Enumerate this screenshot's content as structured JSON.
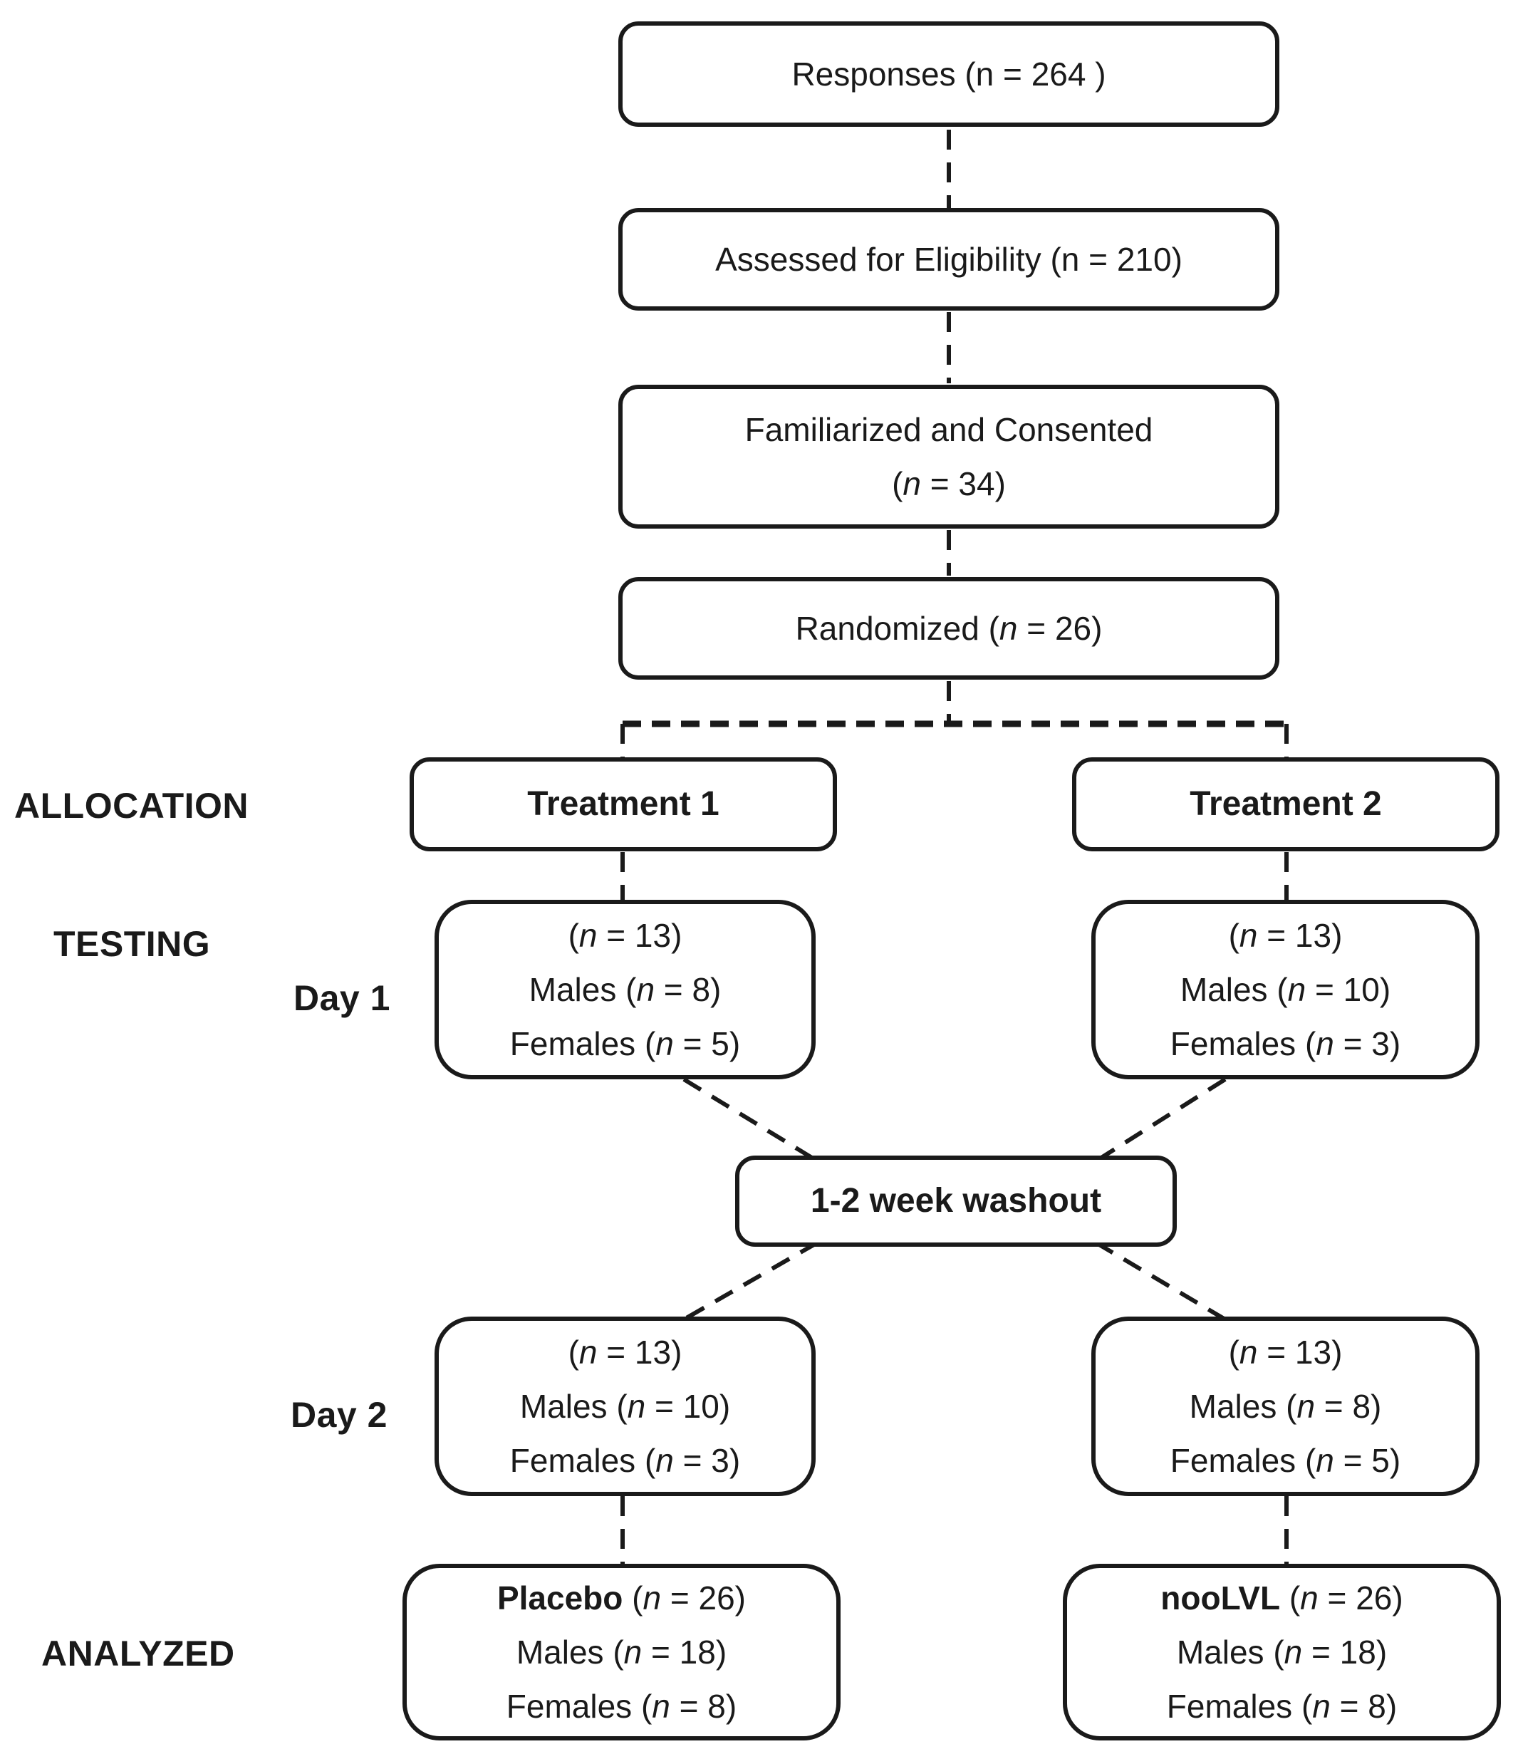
{
  "colors": {
    "ink": "#1a1a1a",
    "background": "#ffffff"
  },
  "side_labels": {
    "allocation": "ALLOCATION",
    "testing": "TESTING",
    "day1": "Day 1",
    "day2": "Day 2",
    "analyzed": "ANALYZED"
  },
  "boxes": {
    "responses": {
      "text": "Responses (n = 264 )"
    },
    "assessed": {
      "text": "Assessed for Eligibility (n = 210)"
    },
    "familiarized": {
      "line1": "Familiarized and Consented",
      "line2": "(n = 34)"
    },
    "randomized": {
      "text": "Randomized (n = 26)"
    },
    "treatment1": {
      "title": "Treatment 1"
    },
    "treatment2": {
      "title": "Treatment 2"
    },
    "day1_treatment1": {
      "n": "(n = 13)",
      "males": "Males (n = 8)",
      "females": "Females (n = 5)"
    },
    "day1_treatment2": {
      "n": "(n = 13)",
      "males": "Males (n = 10)",
      "females": "Females (n = 3)"
    },
    "washout": {
      "text": "1-2 week washout"
    },
    "day2_treatment1": {
      "n": "(n = 13)",
      "males": "Males (n = 10)",
      "females": "Females (n = 3)"
    },
    "day2_treatment2": {
      "n": "(n = 13)",
      "males": "Males (n = 8)",
      "females": "Females (n = 5)"
    },
    "analyzed_placebo": {
      "group": "Placebo",
      "group_n": " (n = 26)",
      "males": "Males (n = 18)",
      "females": "Females (n = 8)"
    },
    "analyzed_noolvl": {
      "group": "nooLVL",
      "group_n": " (n = 26)",
      "males": "Males (n = 18)",
      "females": "Females (n = 8)"
    }
  }
}
